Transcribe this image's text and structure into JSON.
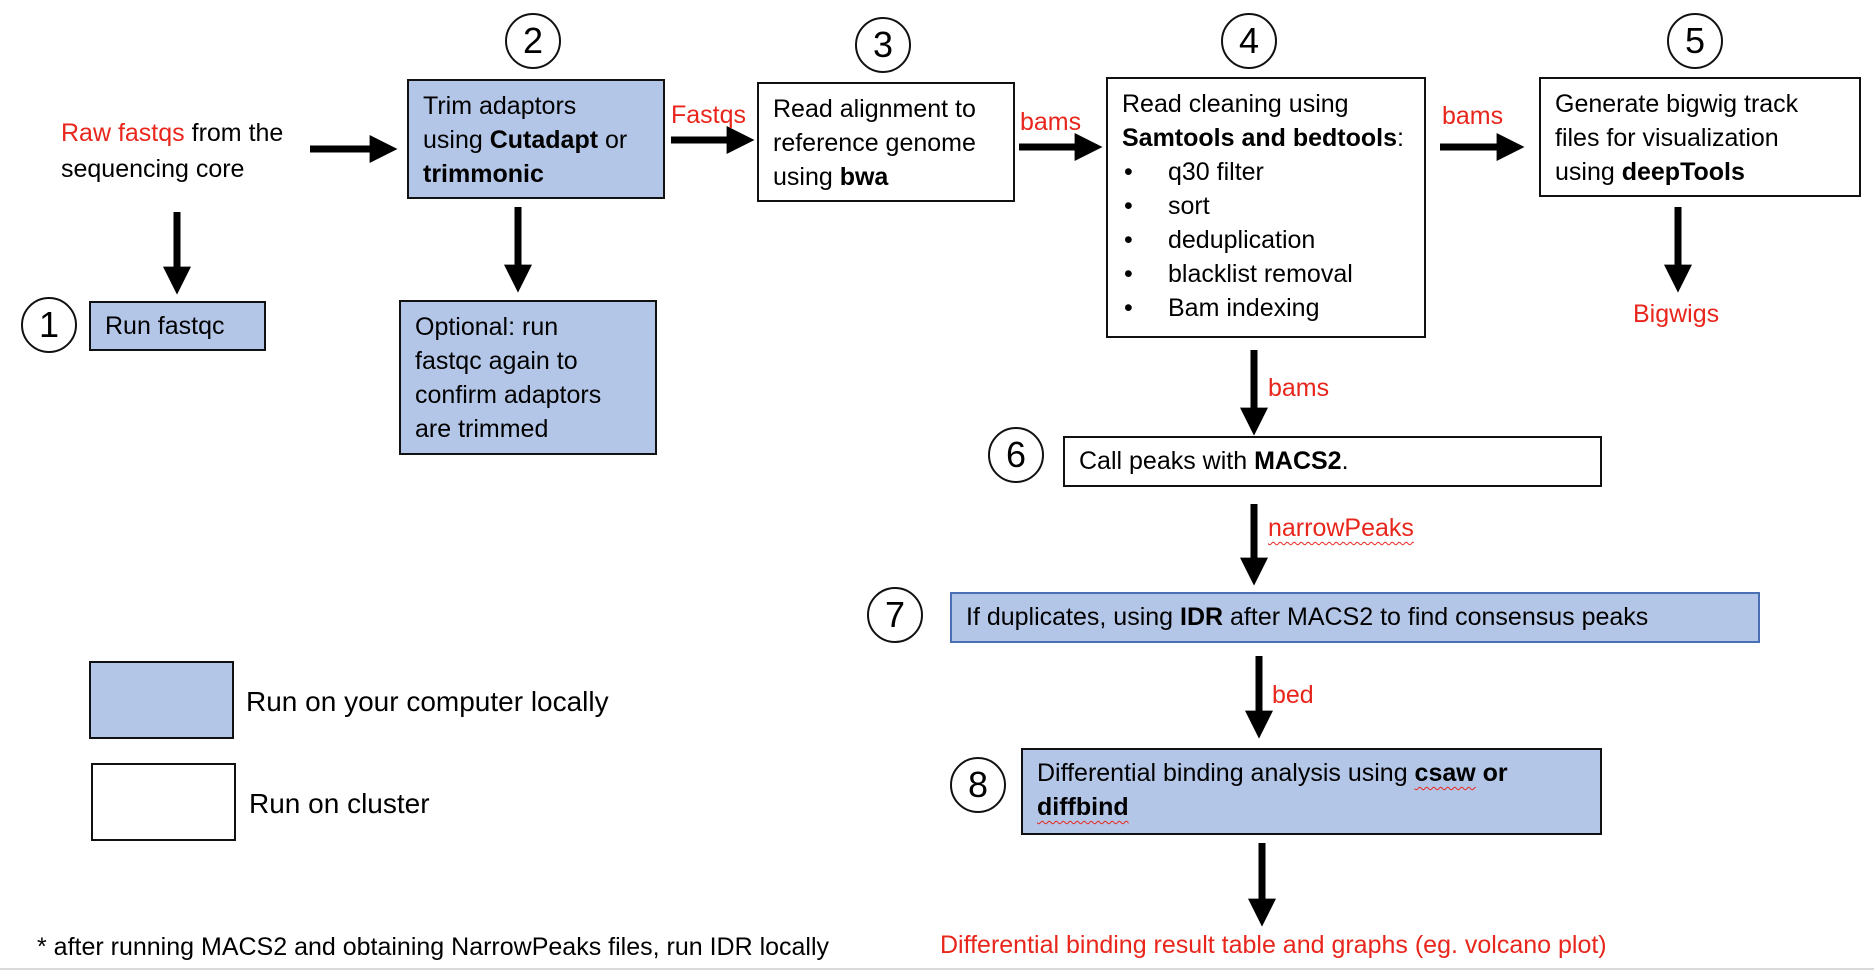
{
  "colors": {
    "local_fill": "#b4c6e7",
    "cluster_fill": "#ffffff",
    "label_red": "#e8261c",
    "arrow": "#000000"
  },
  "steps": {
    "s1": "1",
    "s2": "2",
    "s3": "3",
    "s4": "4",
    "s5": "5",
    "s6": "6",
    "s7": "7",
    "s8": "8"
  },
  "start": {
    "red": "Raw fastqs",
    "rest1": " from the",
    "rest2": "sequencing core"
  },
  "box_fastqc": {
    "text": "Run fastqc"
  },
  "box_trim": {
    "l1": "Trim adaptors",
    "l2a": "using ",
    "l2b": "Cutadapt",
    "l2c": " or",
    "l3": "trimmonic"
  },
  "box_optional": {
    "l1": "Optional: run",
    "l2": "fastqc again to",
    "l3": "confirm adaptors",
    "l4": "are trimmed"
  },
  "box_align": {
    "l1": "Read alignment to",
    "l2": "reference genome",
    "l3a": "using ",
    "l3b": "bwa"
  },
  "box_clean": {
    "l1": "Read cleaning using",
    "l2a": "Samtools and bedtools",
    "l2b": ":",
    "items": [
      "q30 filter",
      "sort",
      "deduplication",
      "blacklist removal",
      "Bam indexing"
    ]
  },
  "box_bigwig": {
    "l1": "Generate bigwig track",
    "l2": "files for visualization",
    "l3a": "using ",
    "l3b": "deepTools"
  },
  "box_peaks": {
    "a": "Call peaks with ",
    "b": "MACS2",
    "c": "."
  },
  "box_idr": {
    "a": "If duplicates, using ",
    "b": "IDR",
    "c": " after MACS2 to find consensus peaks"
  },
  "box_diff": {
    "l1a": "Differential binding analysis using ",
    "l1b": "csaw",
    "l1c": " or",
    "l2": "diffbind"
  },
  "arrow_labels": {
    "fastqs": "Fastqs",
    "bams1": "bams",
    "bams2": "bams",
    "bams3": "bams",
    "narrowpeaks": "narrowPeaks",
    "bed": "bed"
  },
  "outputs": {
    "bigwigs": "Bigwigs",
    "diff_result": "Differential binding result table and graphs (eg. volcano plot)"
  },
  "legend": {
    "local": "Run on your computer locally",
    "cluster": "Run on cluster"
  },
  "footnote": "* after running MACS2 and obtaining NarrowPeaks files, run IDR locally"
}
